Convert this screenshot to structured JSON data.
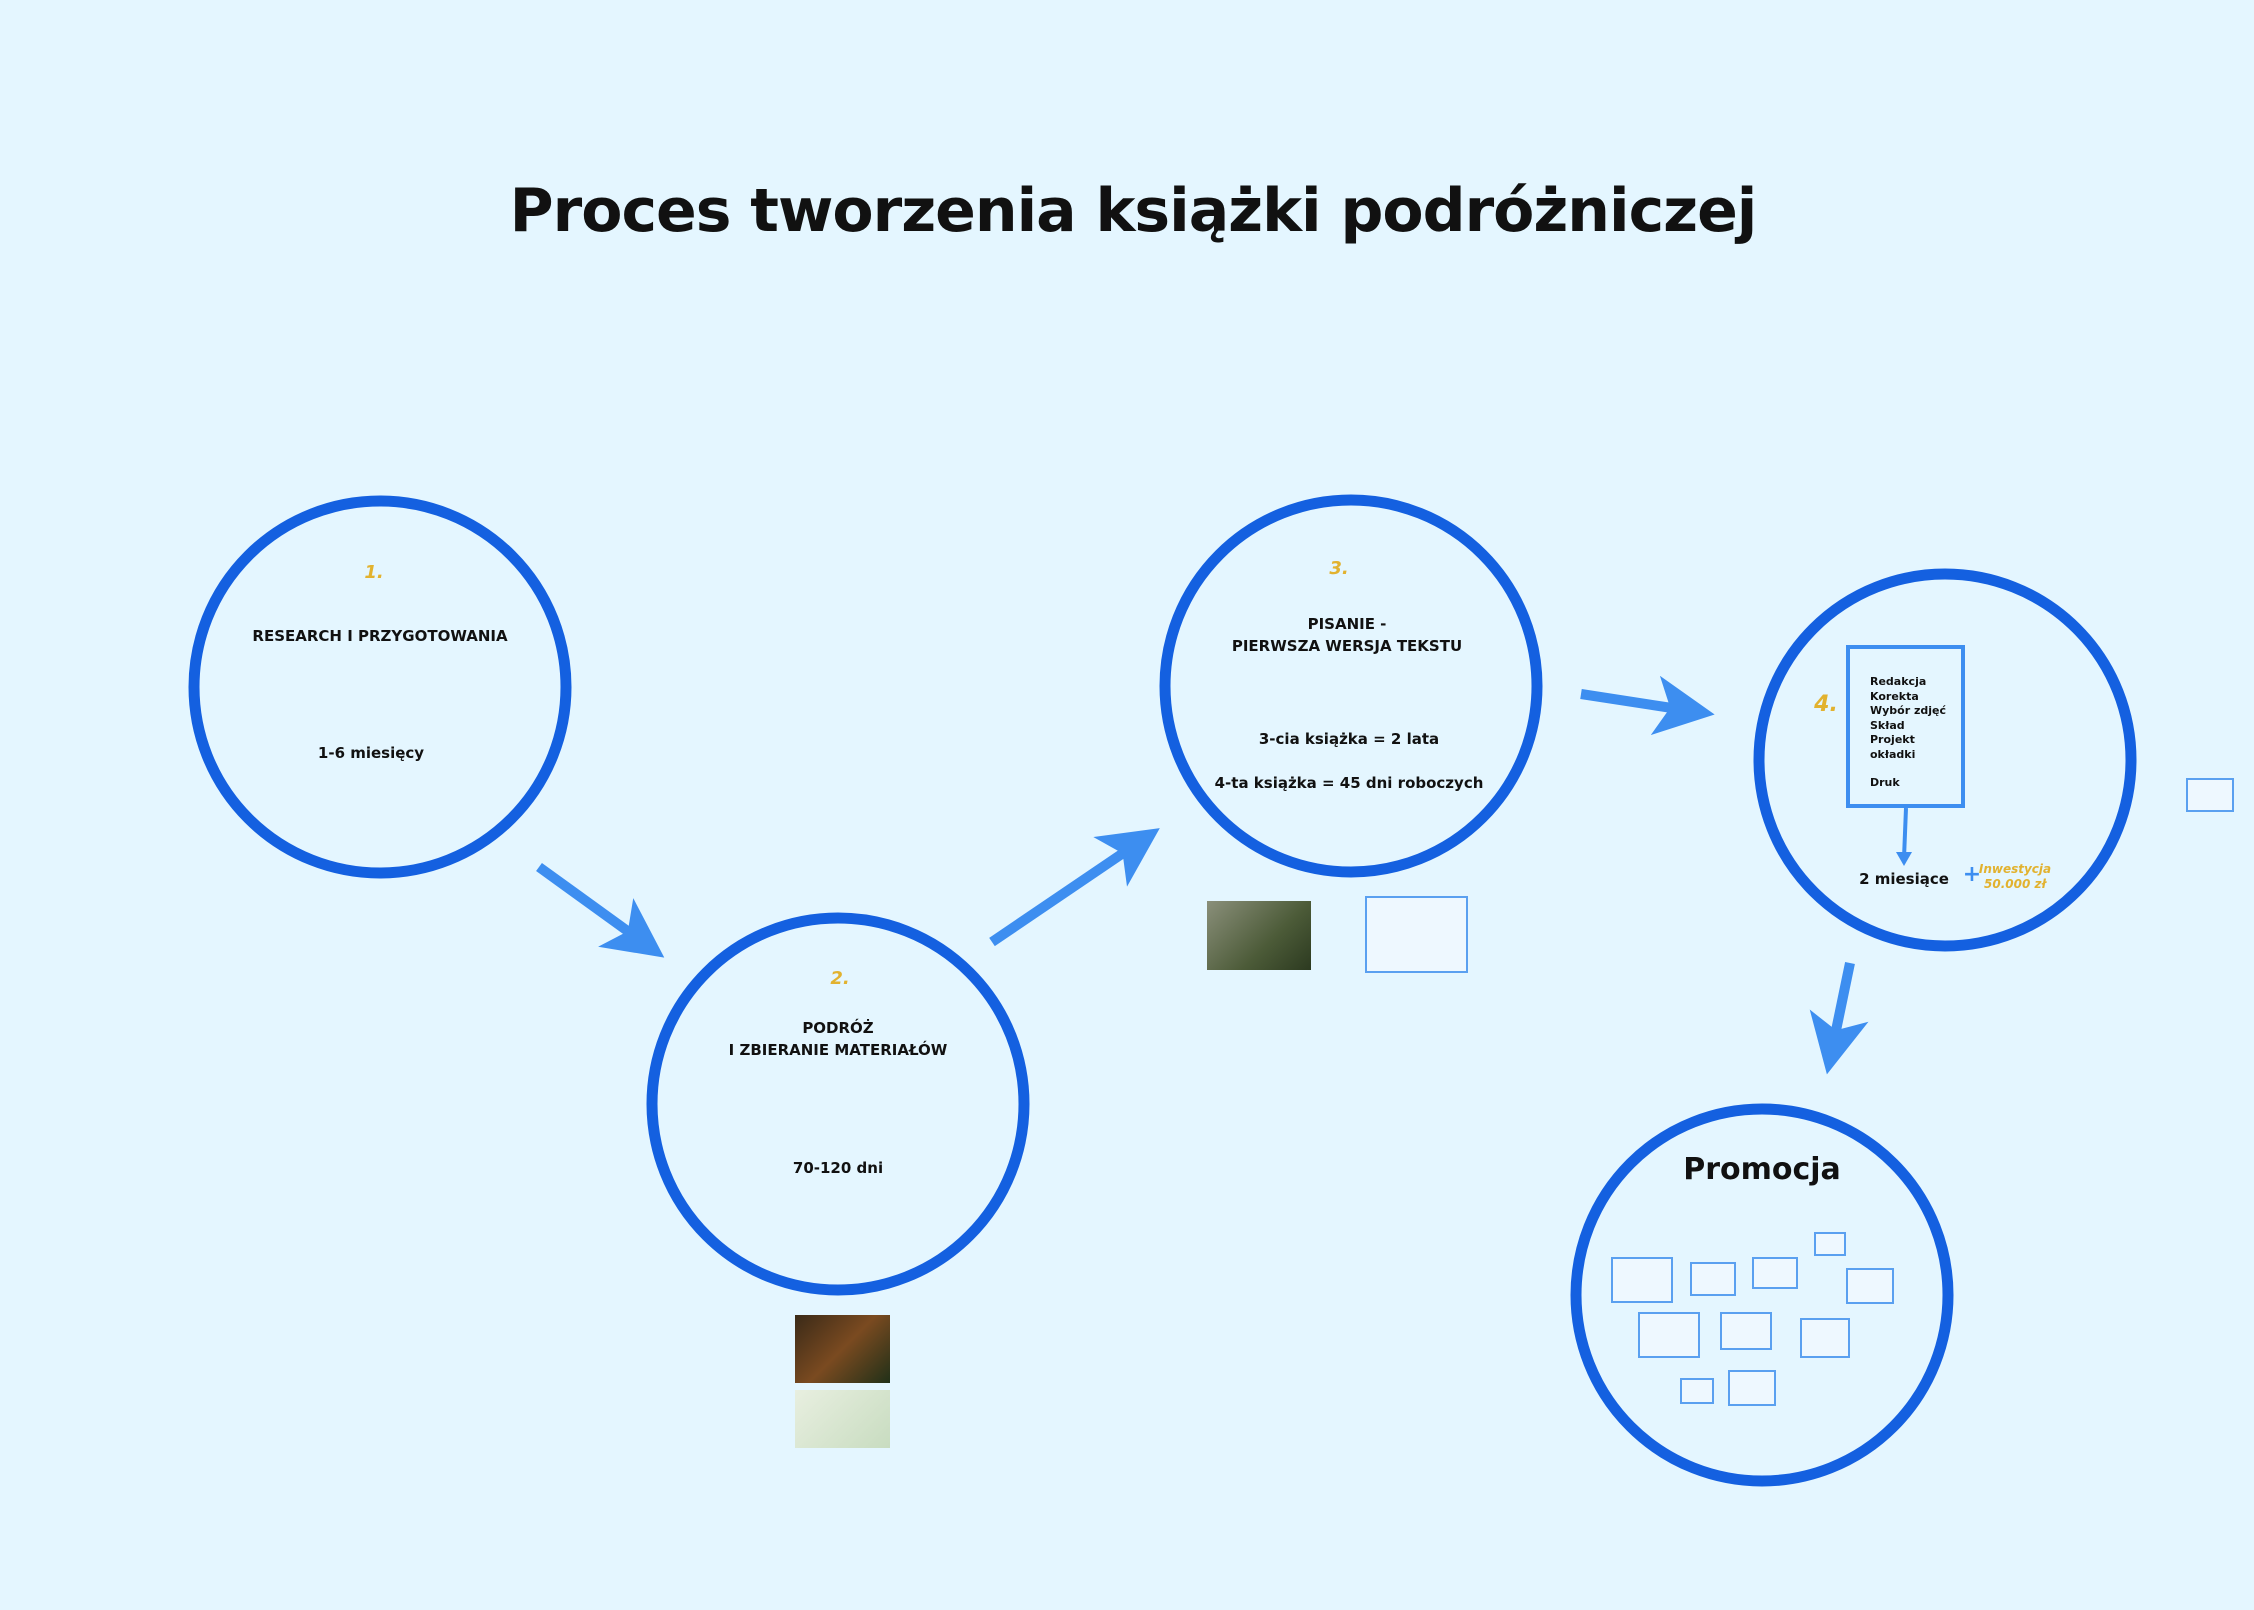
{
  "title": "Proces tworzenia książki podróżniczej",
  "steps": [
    {
      "number": "1.",
      "name": "RESEARCH I PRZYGOTOWANIA",
      "duration": "1-6 miesięcy"
    },
    {
      "number": "2.",
      "name_line1": "PODRÓŻ",
      "name_line2": "I ZBIERANIE MATERIAŁÓW",
      "duration": "70-120 dni"
    },
    {
      "number": "3.",
      "name_line1": "PISANIE -",
      "name_line2": "PIERWSZA WERSJA TEKSTU",
      "detail1": "3-cia książka = 2 lata",
      "detail2": "4-ta książka = 45 dni roboczych"
    },
    {
      "number": "4.",
      "tasks": [
        "Redakcja",
        "Korekta",
        "Wybór zdjęć",
        "Skład",
        "Projekt okładki"
      ],
      "print": "Druk",
      "duration": "2 miesiące",
      "plus": "+",
      "investment_line1": "Inwestycja",
      "investment_line2": "50.000 zł"
    },
    {
      "name": "Promocja"
    }
  ],
  "colors": {
    "circle": "#1460e0",
    "arrow": "#3d8ef0",
    "accent": "#e2b22f",
    "background": "#e4f6ff"
  }
}
